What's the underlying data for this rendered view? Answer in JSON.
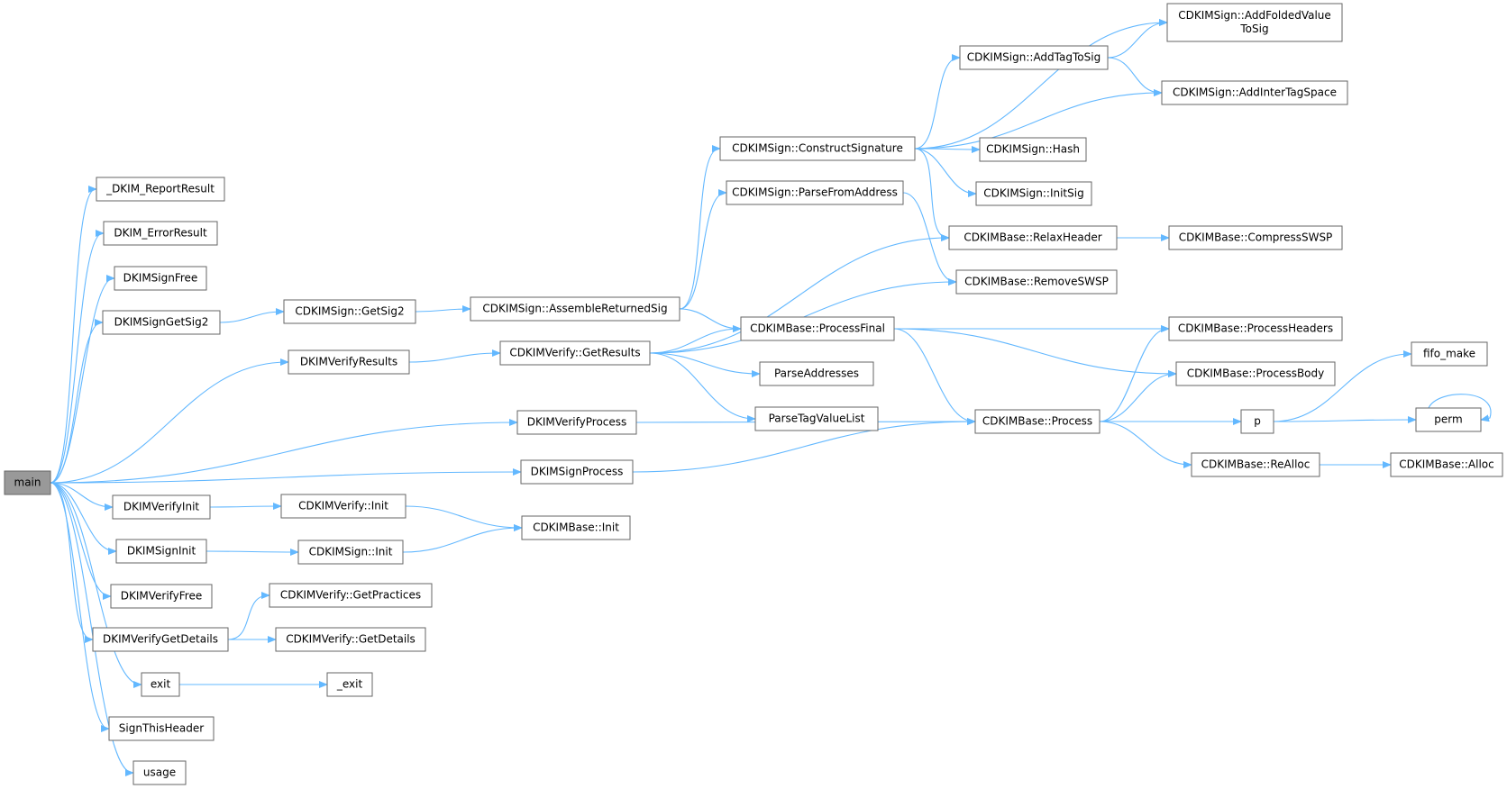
{
  "graph": {
    "root": "main",
    "nodes": [
      {
        "id": "main",
        "label": "main"
      },
      {
        "id": "dkim_reportresult",
        "label": "_DKIM_ReportResult"
      },
      {
        "id": "dkim_errorresult",
        "label": "DKIM_ErrorResult"
      },
      {
        "id": "dkimsignfree",
        "label": "DKIMSignFree"
      },
      {
        "id": "dkimsigngetsig2",
        "label": "DKIMSignGetSig2"
      },
      {
        "id": "dkimverifyresults",
        "label": "DKIMVerifyResults"
      },
      {
        "id": "dkimverifyprocess",
        "label": "DKIMVerifyProcess"
      },
      {
        "id": "dkimsignprocess",
        "label": "DKIMSignProcess"
      },
      {
        "id": "dkimverifyinit",
        "label": "DKIMVerifyInit"
      },
      {
        "id": "dkimsigninit",
        "label": "DKIMSignInit"
      },
      {
        "id": "dkimverifyfree",
        "label": "DKIMVerifyFree"
      },
      {
        "id": "dkimverifygetdetails",
        "label": "DKIMVerifyGetDetails"
      },
      {
        "id": "exit",
        "label": "exit"
      },
      {
        "id": "signthisheader",
        "label": "SignThisHeader"
      },
      {
        "id": "usage",
        "label": "usage"
      },
      {
        "id": "sign_getsig2",
        "label": "CDKIMSign::GetSig2"
      },
      {
        "id": "verify_getresults",
        "label": "CDKIMVerify::GetResults"
      },
      {
        "id": "verify_init",
        "label": "CDKIMVerify::Init"
      },
      {
        "id": "sign_init",
        "label": "CDKIMSign::Init"
      },
      {
        "id": "verify_getpractices",
        "label": "CDKIMVerify::GetPractices"
      },
      {
        "id": "verify_getdetails",
        "label": "CDKIMVerify::GetDetails"
      },
      {
        "id": "_exit",
        "label": "_exit"
      },
      {
        "id": "sign_assemble",
        "label": "CDKIMSign::AssembleReturnedSig"
      },
      {
        "id": "base_init",
        "label": "CDKIMBase::Init"
      },
      {
        "id": "sign_construct",
        "label": "CDKIMSign::ConstructSignature"
      },
      {
        "id": "sign_parsefrom",
        "label": "CDKIMSign::ParseFromAddress"
      },
      {
        "id": "base_processfinal",
        "label": "CDKIMBase::ProcessFinal"
      },
      {
        "id": "parseaddresses",
        "label": "ParseAddresses"
      },
      {
        "id": "parsetagvaluelist",
        "label": "ParseTagValueList"
      },
      {
        "id": "sign_addtagtosig",
        "label": "CDKIMSign::AddTagToSig"
      },
      {
        "id": "sign_hash",
        "label": "CDKIMSign::Hash"
      },
      {
        "id": "sign_initsig",
        "label": "CDKIMSign::InitSig"
      },
      {
        "id": "base_relaxheader",
        "label": "CDKIMBase::RelaxHeader"
      },
      {
        "id": "base_removeswsp",
        "label": "CDKIMBase::RemoveSWSP"
      },
      {
        "id": "base_process",
        "label": "CDKIMBase::Process"
      },
      {
        "id": "sign_addfolded",
        "label": "CDKIMSign::AddFoldedValue\nToSig"
      },
      {
        "id": "sign_addintertag",
        "label": "CDKIMSign::AddInterTagSpace"
      },
      {
        "id": "base_compressswsp",
        "label": "CDKIMBase::CompressSWSP"
      },
      {
        "id": "base_processheaders",
        "label": "CDKIMBase::ProcessHeaders"
      },
      {
        "id": "base_processbody",
        "label": "CDKIMBase::ProcessBody"
      },
      {
        "id": "p",
        "label": "p"
      },
      {
        "id": "base_realloc",
        "label": "CDKIMBase::ReAlloc"
      },
      {
        "id": "fifo_make",
        "label": "fifo_make"
      },
      {
        "id": "perm",
        "label": "perm"
      },
      {
        "id": "base_alloc",
        "label": "CDKIMBase::Alloc"
      }
    ],
    "edges": [
      [
        "main",
        "dkim_reportresult"
      ],
      [
        "main",
        "dkim_errorresult"
      ],
      [
        "main",
        "dkimsignfree"
      ],
      [
        "main",
        "dkimsigngetsig2"
      ],
      [
        "main",
        "dkimverifyresults"
      ],
      [
        "main",
        "dkimverifyprocess"
      ],
      [
        "main",
        "dkimsignprocess"
      ],
      [
        "main",
        "dkimverifyinit"
      ],
      [
        "main",
        "dkimsigninit"
      ],
      [
        "main",
        "dkimverifyfree"
      ],
      [
        "main",
        "dkimverifygetdetails"
      ],
      [
        "main",
        "exit"
      ],
      [
        "main",
        "signthisheader"
      ],
      [
        "main",
        "usage"
      ],
      [
        "dkimsigngetsig2",
        "sign_getsig2"
      ],
      [
        "sign_getsig2",
        "sign_assemble"
      ],
      [
        "sign_assemble",
        "sign_construct"
      ],
      [
        "sign_assemble",
        "sign_parsefrom"
      ],
      [
        "sign_assemble",
        "base_processfinal"
      ],
      [
        "sign_construct",
        "sign_addfolded"
      ],
      [
        "sign_construct",
        "sign_addtagtosig"
      ],
      [
        "sign_construct",
        "sign_addintertag"
      ],
      [
        "sign_construct",
        "sign_hash"
      ],
      [
        "sign_construct",
        "sign_initsig"
      ],
      [
        "sign_construct",
        "base_relaxheader"
      ],
      [
        "sign_addtagtosig",
        "sign_addfolded"
      ],
      [
        "sign_addtagtosig",
        "sign_addintertag"
      ],
      [
        "sign_parsefrom",
        "base_removeswsp"
      ],
      [
        "base_relaxheader",
        "base_compressswsp"
      ],
      [
        "dkimverifyresults",
        "verify_getresults"
      ],
      [
        "verify_getresults",
        "base_relaxheader"
      ],
      [
        "verify_getresults",
        "base_removeswsp"
      ],
      [
        "verify_getresults",
        "base_processfinal"
      ],
      [
        "verify_getresults",
        "parseaddresses"
      ],
      [
        "verify_getresults",
        "parsetagvaluelist"
      ],
      [
        "base_processfinal",
        "base_processheaders"
      ],
      [
        "base_processfinal",
        "base_processbody"
      ],
      [
        "base_processfinal",
        "base_process"
      ],
      [
        "dkimverifyprocess",
        "base_process"
      ],
      [
        "dkimsignprocess",
        "base_process"
      ],
      [
        "base_process",
        "base_processheaders"
      ],
      [
        "base_process",
        "base_processbody"
      ],
      [
        "base_process",
        "p"
      ],
      [
        "base_process",
        "base_realloc"
      ],
      [
        "p",
        "fifo_make"
      ],
      [
        "p",
        "perm"
      ],
      [
        "perm",
        "perm"
      ],
      [
        "base_realloc",
        "base_alloc"
      ],
      [
        "dkimverifyinit",
        "verify_init"
      ],
      [
        "verify_init",
        "base_init"
      ],
      [
        "dkimsigninit",
        "sign_init"
      ],
      [
        "sign_init",
        "base_init"
      ],
      [
        "dkimverifygetdetails",
        "verify_getpractices"
      ],
      [
        "dkimverifygetdetails",
        "verify_getdetails"
      ],
      [
        "exit",
        "_exit"
      ]
    ]
  }
}
